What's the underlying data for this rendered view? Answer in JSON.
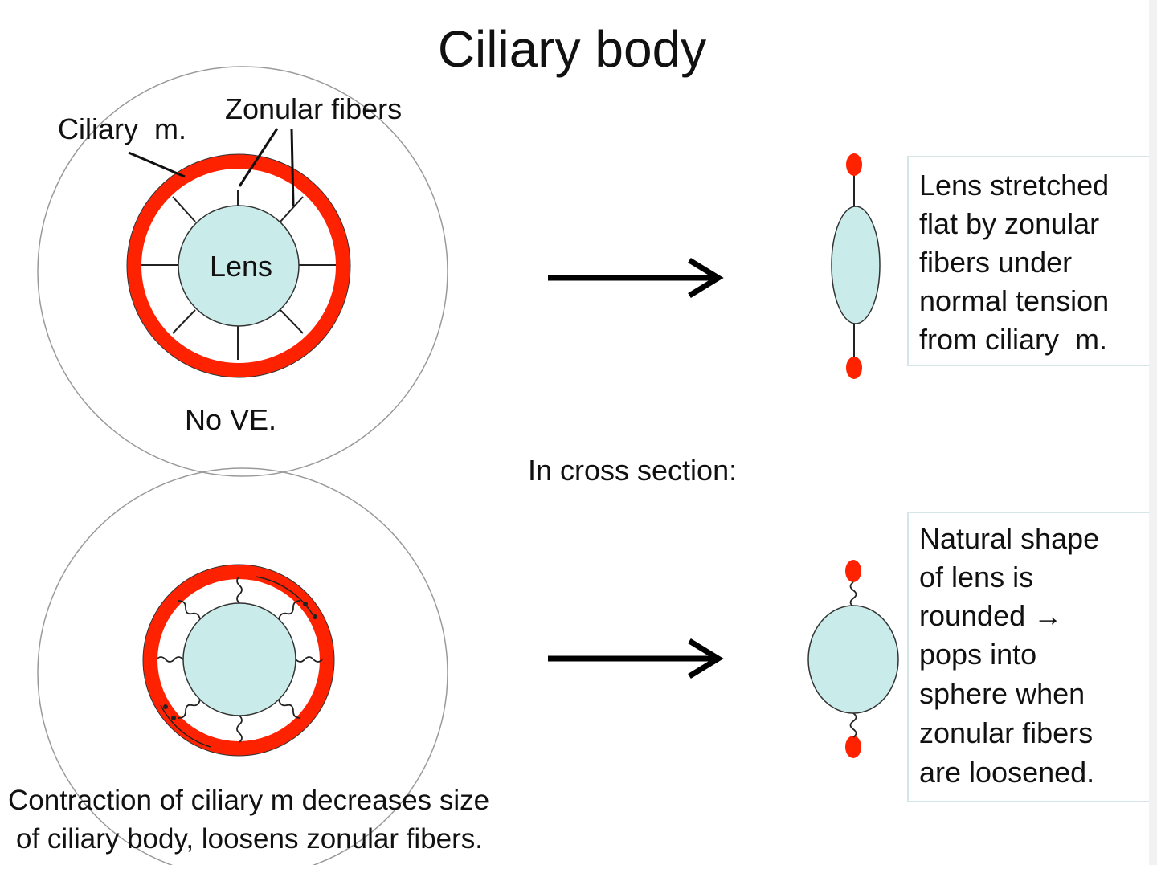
{
  "title": "Ciliary body",
  "labels": {
    "ciliary_m": "Ciliary  m.",
    "zonular_fibers": "Zonular fibers",
    "lens": "Lens",
    "no_ve": "No VE.",
    "cross_section": "In cross section:"
  },
  "top_note": {
    "lines": [
      "Lens stretched",
      "flat by zonular",
      "fibers under",
      "normal tension",
      "from ciliary  m."
    ]
  },
  "bottom_note": {
    "lines": [
      "Natural shape",
      "of lens is",
      "rounded →",
      "pops into",
      "sphere when",
      "zonular fibers",
      "are loosened."
    ]
  },
  "bottom_caption": {
    "lines": [
      "Contraction of ciliary m decreases size",
      "of ciliary body, loosens zonular fibers."
    ]
  },
  "colors": {
    "muscle": "#ff2200",
    "lens_fill": "#c9ecea",
    "note_border": "#d6e6e6"
  }
}
